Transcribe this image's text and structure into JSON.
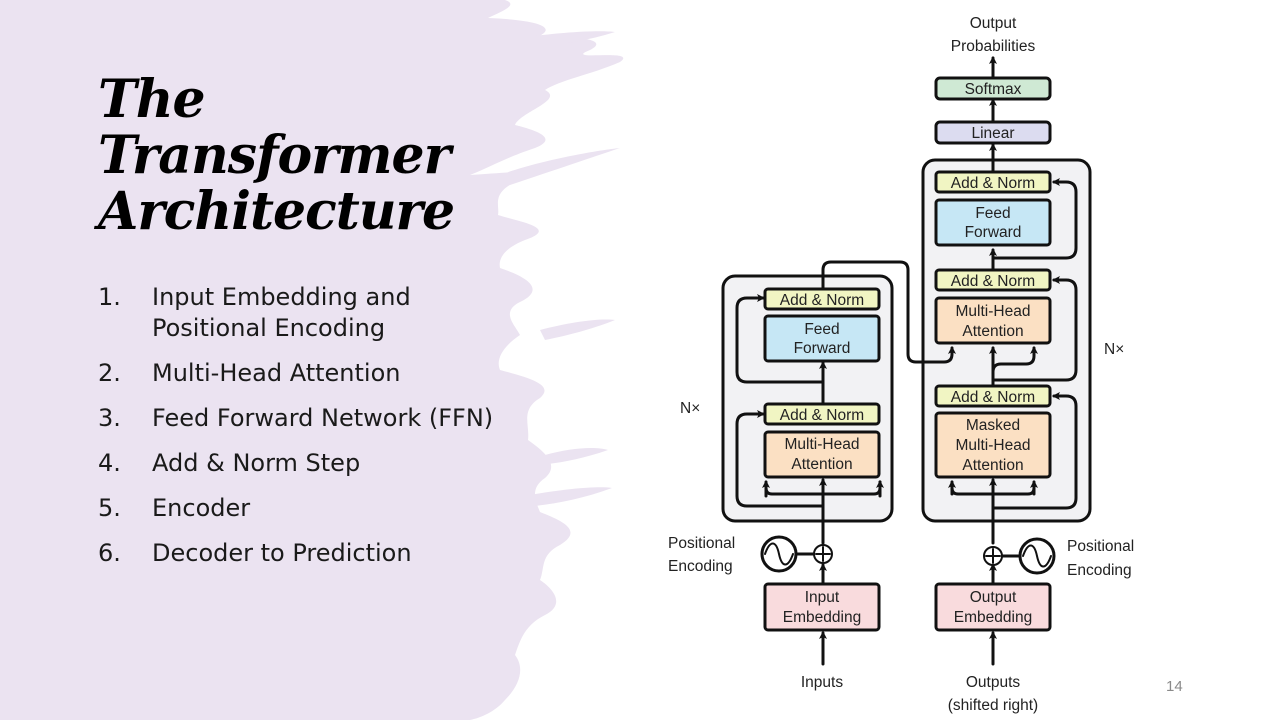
{
  "slide": {
    "title_lines": [
      "The",
      "Transformer",
      "Architecture"
    ],
    "page_number": "14",
    "background_accent": "#ebe3f1"
  },
  "agenda": [
    {
      "num": "1.",
      "text": "Input Embedding and Positional Encoding"
    },
    {
      "num": "2.",
      "text": "Multi-Head Attention"
    },
    {
      "num": "3.",
      "text": "Feed Forward Network (FFN)"
    },
    {
      "num": "4.",
      "text": "Add & Norm Step"
    },
    {
      "num": "5.",
      "text": "Encoder"
    },
    {
      "num": "6.",
      "text": "Decoder to Prediction"
    }
  ],
  "diagram": {
    "colors": {
      "add_norm": "#f1f5c3",
      "feed_forward": "#c6e7f5",
      "attention": "#fbe0c3",
      "embedding": "#f9dbdd",
      "linear": "#dcdcf0",
      "softmax": "#cfe9d4",
      "stack_bg": "#f2f2f4"
    },
    "output_label": [
      "Output",
      "Probabilities"
    ],
    "softmax": "Softmax",
    "linear": "Linear",
    "encoder": {
      "repeat_label": "N×",
      "add_norm_top": "Add & Norm",
      "feed_forward": [
        "Feed",
        "Forward"
      ],
      "add_norm_bottom": "Add & Norm",
      "attention": [
        "Multi-Head",
        "Attention"
      ],
      "positional_encoding": [
        "Positional",
        "Encoding"
      ],
      "embedding": [
        "Input",
        "Embedding"
      ],
      "input_label": "Inputs"
    },
    "decoder": {
      "repeat_label": "N×",
      "add_norm_top": "Add & Norm",
      "feed_forward": [
        "Feed",
        "Forward"
      ],
      "add_norm_mid": "Add & Norm",
      "attention": [
        "Multi-Head",
        "Attention"
      ],
      "add_norm_bottom": "Add & Norm",
      "masked_attention": [
        "Masked",
        "Multi-Head",
        "Attention"
      ],
      "positional_encoding": [
        "Positional",
        "Encoding"
      ],
      "embedding": [
        "Output",
        "Embedding"
      ],
      "input_label": [
        "Outputs",
        "(shifted right)"
      ]
    }
  }
}
